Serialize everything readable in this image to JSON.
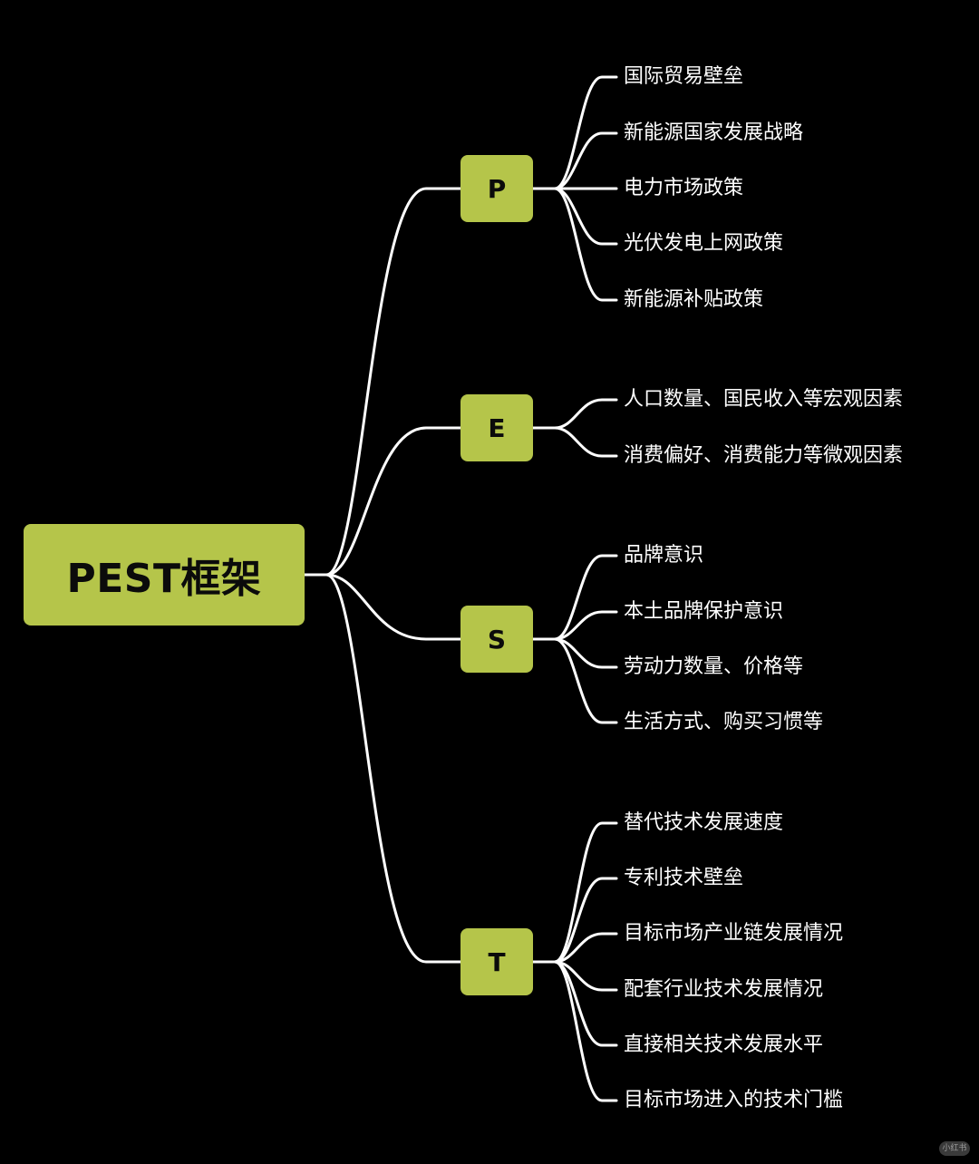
{
  "colors": {
    "background": "#000000",
    "node_fill": "#b5c54a",
    "node_text": "#0b0b0b",
    "leaf_text": "#ffffff",
    "connector": "#ffffff"
  },
  "root": {
    "label": "PEST框架"
  },
  "categories": [
    {
      "label": "P",
      "items": [
        "国际贸易壁垒",
        "新能源国家发展战略",
        "电力市场政策",
        "光伏发电上网政策",
        "新能源补贴政策"
      ]
    },
    {
      "label": "E",
      "items": [
        "人口数量、国民收入等宏观因素",
        "消费偏好、消费能力等微观因素"
      ]
    },
    {
      "label": "S",
      "items": [
        "品牌意识",
        "本土品牌保护意识",
        "劳动力数量、价格等",
        "生活方式、购买习惯等"
      ]
    },
    {
      "label": "T",
      "items": [
        "替代技术发展速度",
        "专利技术壁垒",
        "目标市场产业链发展情况",
        "配套行业技术发展情况",
        "直接相关技术发展水平",
        "目标市场进入的技术门槛"
      ]
    }
  ],
  "watermark": {
    "text": "小红书"
  }
}
